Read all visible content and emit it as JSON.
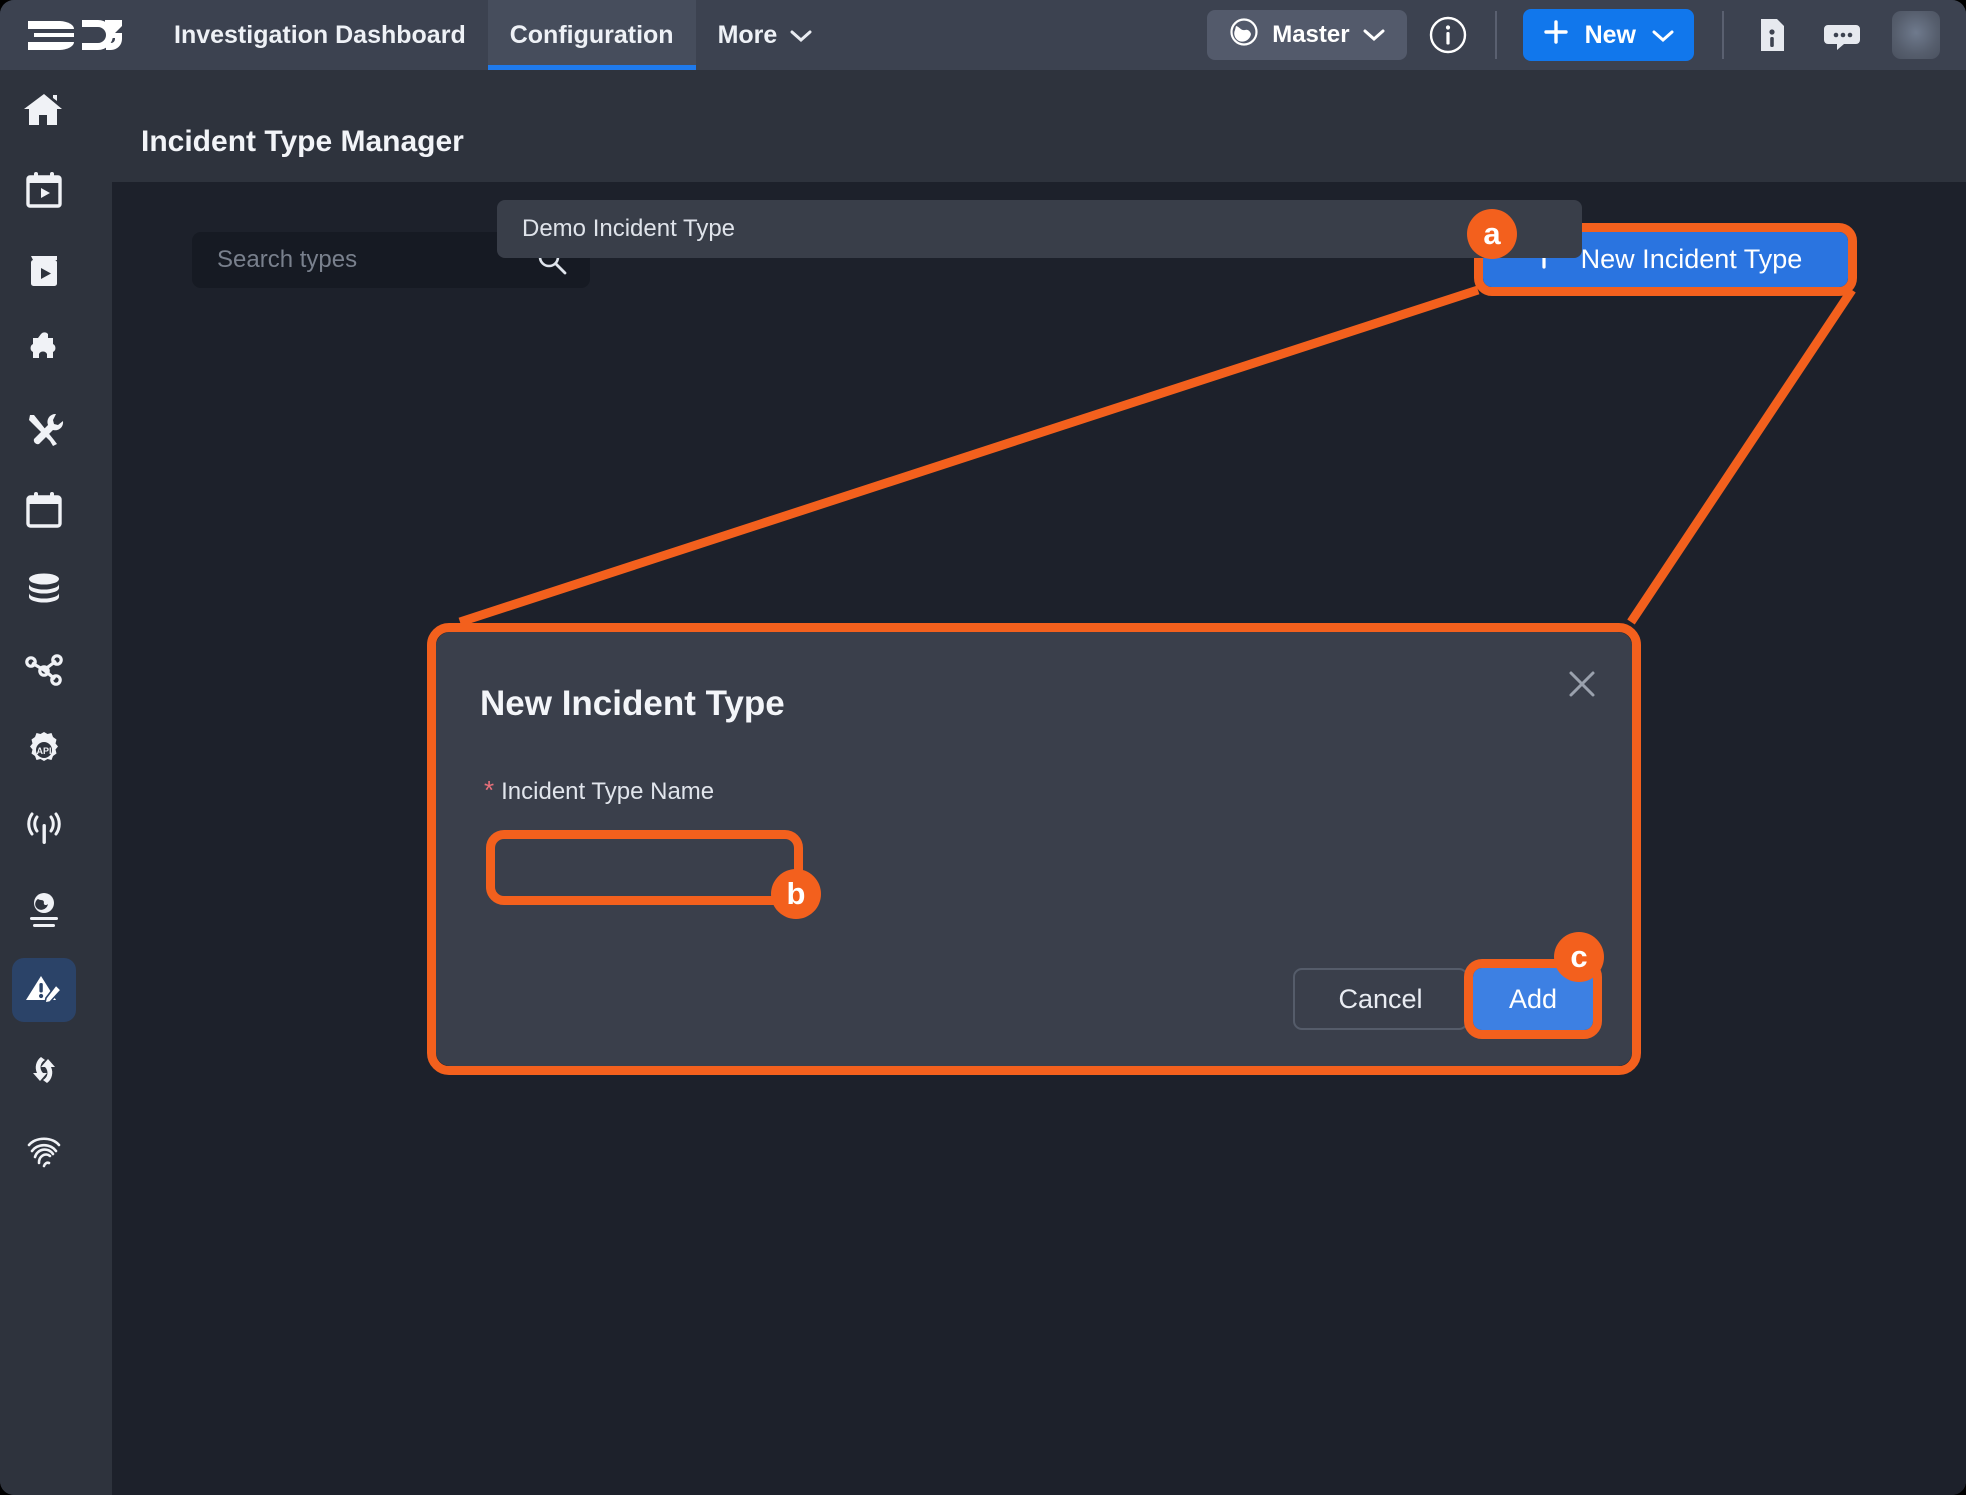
{
  "window": {
    "background": "#2e333d",
    "content_background": "#1d212b"
  },
  "colors": {
    "accent_blue": "#1f7aec",
    "button_blue": "#2a74e0",
    "highlight_orange": "#f3601d",
    "topbar": "#3c4250",
    "modal_bg": "#3a3f4b",
    "required_red": "#e8707a",
    "active_sidebar": "#2b4368"
  },
  "topbar": {
    "logo_text": "D3",
    "tabs": [
      {
        "label": "Investigation Dashboard",
        "active": false,
        "name": "nav-investigation-dashboard"
      },
      {
        "label": "Configuration",
        "active": true,
        "name": "nav-configuration"
      },
      {
        "label": "More",
        "active": false,
        "has_chevron": true,
        "name": "nav-more"
      }
    ],
    "site_selector": {
      "label": "Master",
      "icon": "globe-icon",
      "chevron": "chevron-down-icon"
    },
    "info_icon": "info-circle-icon",
    "new_button": {
      "label": "New",
      "plus": "plus-icon",
      "chevron": "chevron-down-icon"
    },
    "right_icons": [
      {
        "name": "document-info-icon"
      },
      {
        "name": "chat-bubble-icon"
      }
    ],
    "avatar": "user-avatar"
  },
  "sidebar": {
    "items": [
      {
        "name": "sidebar-item-home",
        "icon": "home-icon",
        "active": false
      },
      {
        "name": "sidebar-item-playbook-calendar",
        "icon": "calendar-play-icon",
        "active": false
      },
      {
        "name": "sidebar-item-playbook-library",
        "icon": "book-play-icon",
        "active": false
      },
      {
        "name": "sidebar-item-integrations",
        "icon": "puzzle-piece-icon",
        "active": false
      },
      {
        "name": "sidebar-item-tools",
        "icon": "wrench-screwdriver-icon",
        "active": false
      },
      {
        "name": "sidebar-item-calendar",
        "icon": "calendar-icon",
        "active": false
      },
      {
        "name": "sidebar-item-database",
        "icon": "database-icon",
        "active": false
      },
      {
        "name": "sidebar-item-relations",
        "icon": "share-nodes-icon",
        "active": false
      },
      {
        "name": "sidebar-item-api",
        "icon": "gear-api-icon",
        "active": false
      },
      {
        "name": "sidebar-item-broadcast",
        "icon": "antenna-signal-icon",
        "active": false
      },
      {
        "name": "sidebar-item-global",
        "icon": "globe-lines-icon",
        "active": false
      },
      {
        "name": "sidebar-item-incident-type-manager",
        "icon": "warning-pencil-icon",
        "active": true
      },
      {
        "name": "sidebar-item-sync",
        "icon": "sync-arrows-icon",
        "active": false
      },
      {
        "name": "sidebar-item-forensics",
        "icon": "fingerprint-icon",
        "active": false
      }
    ]
  },
  "page": {
    "title": "Incident Type Manager"
  },
  "search": {
    "placeholder": "Search types",
    "value": "",
    "icon": "search-icon"
  },
  "actions": {
    "new_incident_type": {
      "label": "New Incident Type",
      "plus": "plus-icon"
    }
  },
  "modal": {
    "title": "New Incident Type",
    "close_icon": "close-icon",
    "field": {
      "label": "Incident Type Name",
      "required_marker": "*",
      "value": "Demo Incident Type",
      "placeholder": ""
    },
    "cancel_label": "Cancel",
    "add_label": "Add"
  },
  "callouts": [
    {
      "id": "a",
      "label": "a",
      "target": "new-incident-type-button"
    },
    {
      "id": "b",
      "label": "b",
      "target": "incident-type-name-input"
    },
    {
      "id": "c",
      "label": "c",
      "target": "add-button"
    }
  ]
}
